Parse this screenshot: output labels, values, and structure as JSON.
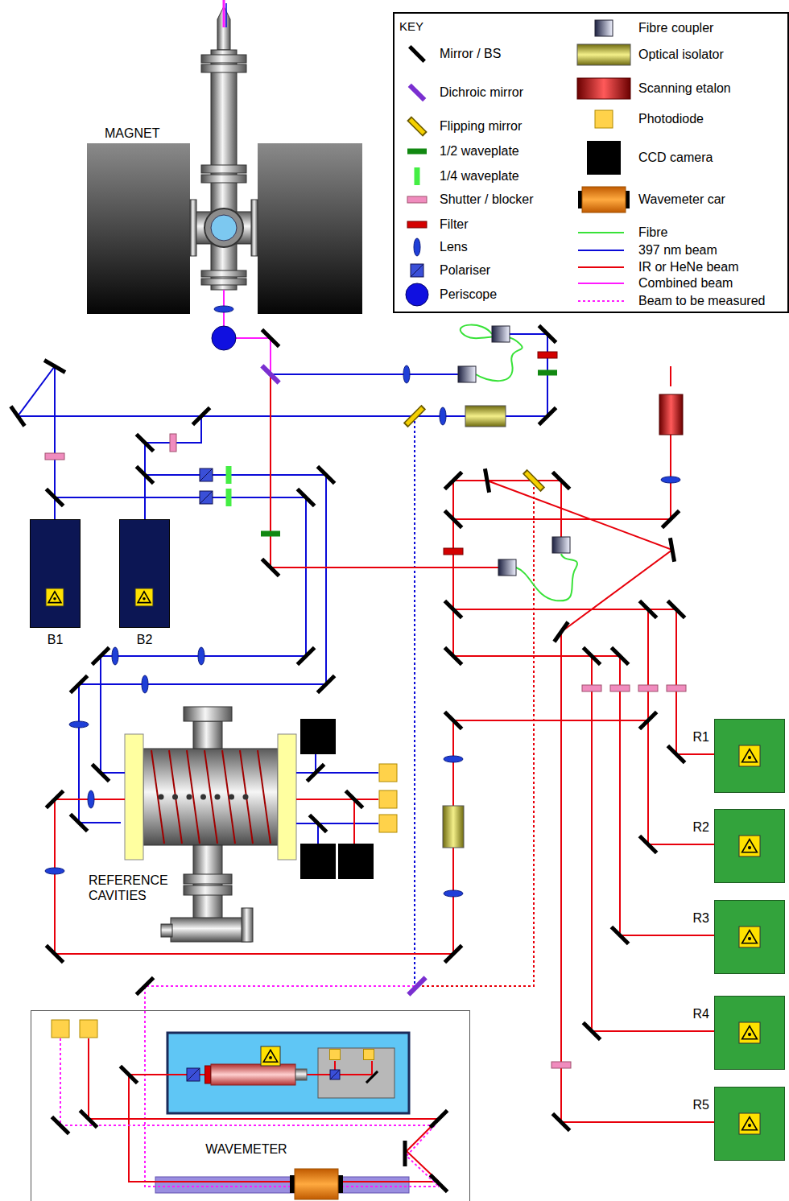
{
  "diagram": {
    "nodes": [
      {
        "text": [
          "B1"
        ]
      },
      {
        "text": [
          "B2"
        ]
      },
      {
        "text": [
          "R1"
        ]
      },
      {
        "text": [
          "R2"
        ]
      },
      {
        "text": [
          "R3"
        ]
      },
      {
        "text": [
          "R4"
        ]
      },
      {
        "text": [
          "R5"
        ]
      },
      {
        "text": [
          "WAVEMETER"
        ]
      }
    ],
    "labels": [
      "MAGNET",
      "KEY",
      "REFERENCE CAVITIES"
    ],
    "legend": [
      {
        "text": "Mirror / BS"
      },
      {
        "text": "Dichroic mirror"
      },
      {
        "text": "Flipping mirror"
      },
      {
        "text": "1/2 waveplate"
      },
      {
        "text": "1/4 waveplate"
      },
      {
        "text": "Shutter / blocker"
      },
      {
        "text": "Filter"
      },
      {
        "text": "Lens"
      },
      {
        "text": "Polariser"
      },
      {
        "text": "Periscope"
      },
      {
        "text": "Fibre coupler"
      },
      {
        "text": "Optical isolator"
      },
      {
        "text": "Scanning etalon"
      },
      {
        "text": "Photodiode"
      },
      {
        "text": "CCD camera"
      },
      {
        "text": "Wavemeter car"
      },
      {
        "text": "Fibre"
      },
      {
        "text": "397 nm beam"
      },
      {
        "text": "IR or HeNe beam"
      },
      {
        "text": "Combined beam"
      },
      {
        "text": "Beam to be measured"
      }
    ]
  }
}
